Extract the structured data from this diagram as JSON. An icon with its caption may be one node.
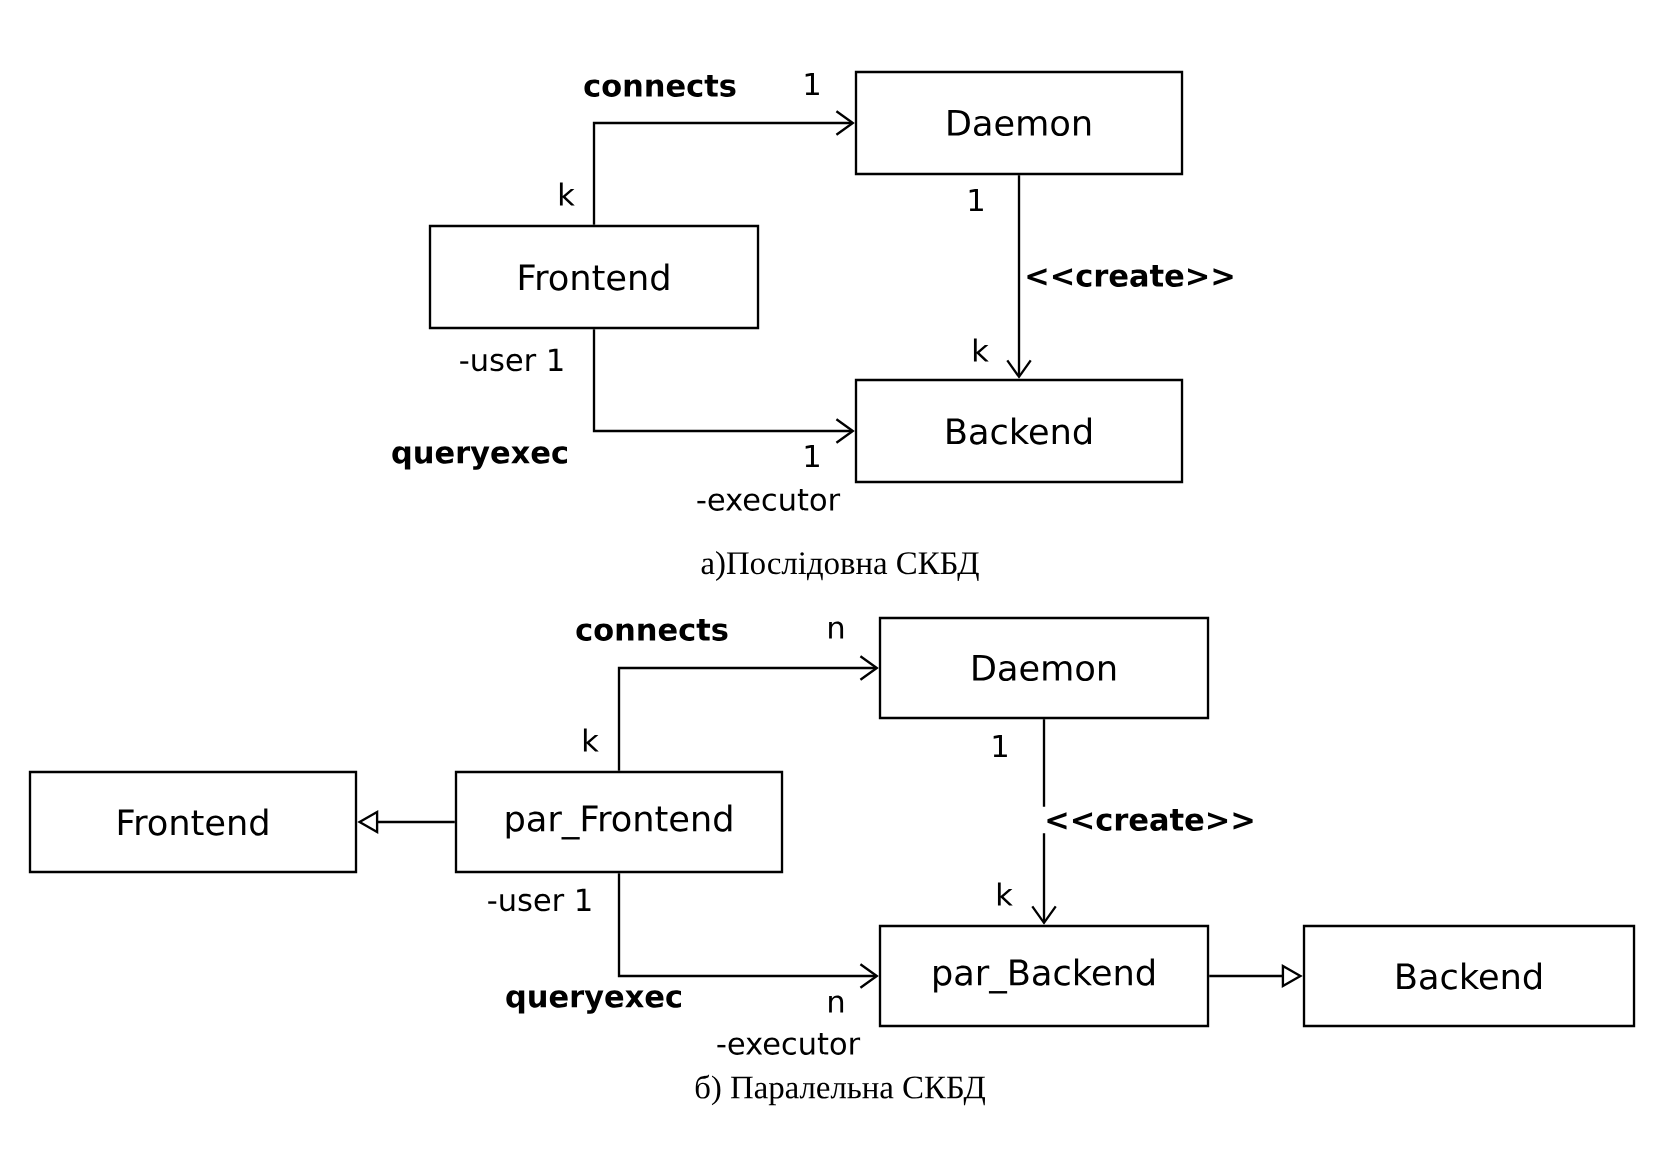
{
  "diagram": {
    "nodes": [
      {
        "text": [
          "Daemon"
        ]
      },
      {
        "text": [
          "Frontend"
        ]
      },
      {
        "text": [
          "Backend"
        ]
      },
      {
        "text": [
          "Daemon"
        ]
      },
      {
        "text": [
          "Frontend"
        ]
      },
      {
        "text": [
          "par_Frontend"
        ]
      },
      {
        "text": [
          "par_Backend"
        ]
      },
      {
        "text": [
          "Backend"
        ]
      }
    ],
    "edges": [
      {
        "from": 1,
        "to": 0,
        "arrow": "to",
        "label": "connects"
      },
      {
        "from": 0,
        "to": 2,
        "arrow": "to",
        "label": "<<create>>"
      },
      {
        "from": 1,
        "to": 2,
        "arrow": "to",
        "label": "queryexec"
      },
      {
        "from": 5,
        "to": 3,
        "arrow": "to",
        "label": "connects"
      },
      {
        "from": 5,
        "to": 4,
        "arrow": "to"
      },
      {
        "from": 3,
        "to": 6,
        "arrow": "to",
        "label": "<<create>>"
      },
      {
        "from": 5,
        "to": 6,
        "arrow": "to",
        "label": "queryexec"
      },
      {
        "from": 6,
        "to": 7,
        "arrow": "to"
      }
    ],
    "labels": [
      "1",
      "k",
      "1",
      "-user 1",
      "k",
      "1",
      "-executor",
      "а)Послідовна СКБД",
      "n",
      "k",
      "1",
      "-user 1",
      "k",
      "n",
      "-executor",
      "б) Паралельна СКБД"
    ]
  }
}
